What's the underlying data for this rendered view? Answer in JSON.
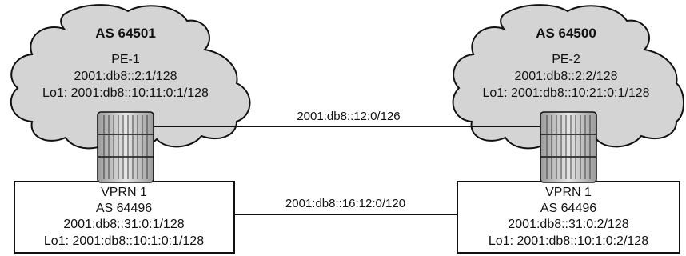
{
  "domains": [
    {
      "as": "AS 64501",
      "name": "PE-1",
      "system": "2001:db8::2:1/128",
      "loopback": "Lo1: 2001:db8::10:11:0:1/128"
    },
    {
      "as": "AS 64500",
      "name": "PE-2",
      "system": "2001:db8::2:2/128",
      "loopback": "Lo1: 2001:db8::10:21:0:1/128"
    }
  ],
  "vprns": [
    {
      "name": "VPRN 1",
      "as": "AS 64496",
      "address": "2001:db8::31:0:1/128",
      "loopback": "Lo1: 2001:db8::10:1:0:1/128"
    },
    {
      "name": "VPRN 1",
      "as": "AS 64496",
      "address": "2001:db8::31:0:2/128",
      "loopback": "Lo1: 2001:db8::10:1:0:2/128"
    }
  ],
  "links": {
    "pe_to_pe": "2001:db8::12:0/126",
    "vprn_to_vprn": "2001:db8::16:12:0/120"
  },
  "colors": {
    "cloud_fill": "#d4d4d4",
    "router_fill": "#c8c8c8",
    "stroke": "#111111"
  }
}
